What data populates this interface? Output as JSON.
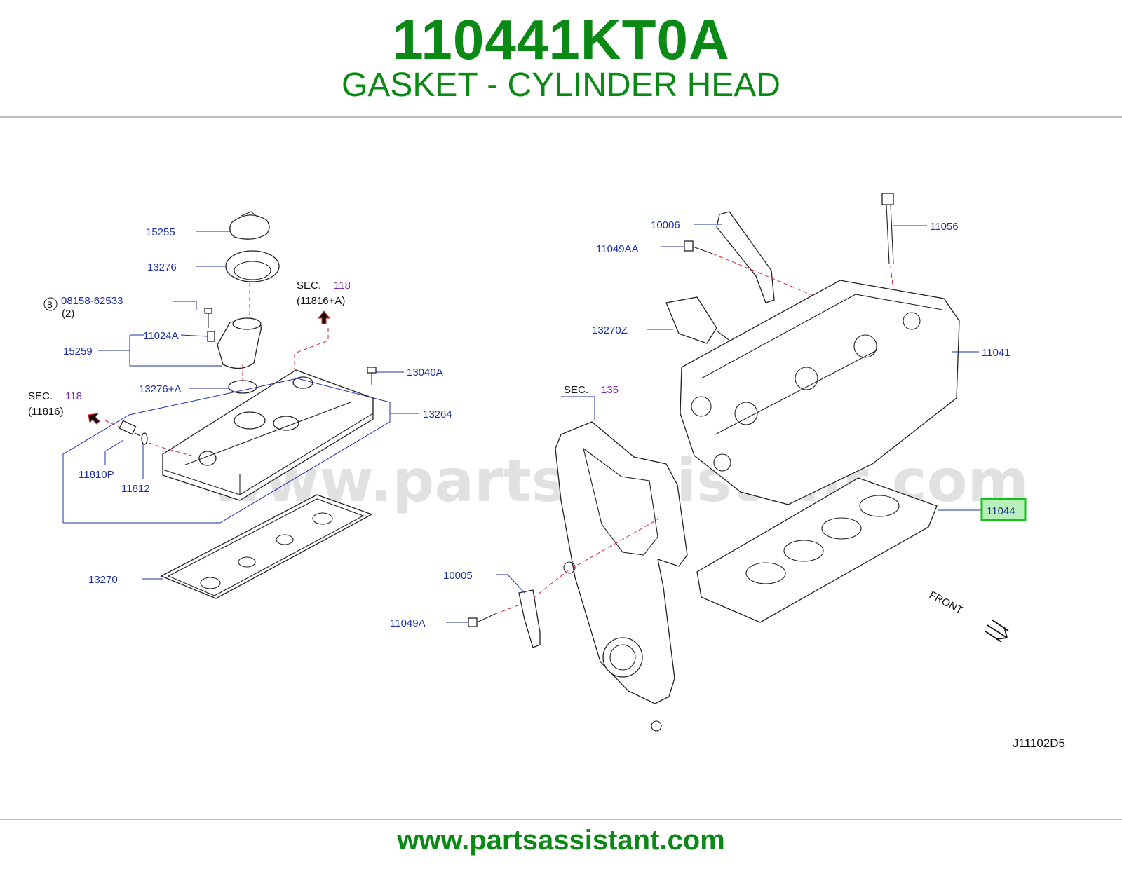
{
  "header": {
    "part_number": "110441KT0A",
    "part_name": "GASKET - CYLINDER HEAD"
  },
  "watermark": "www.partsassistant.com",
  "footer": {
    "url": "www.partsassistant.com"
  },
  "diagram_code": "J11102D5",
  "front_label": "FRONT",
  "callouts": {
    "c15255": "15255",
    "c13276": "13276",
    "c08158": "08158-62533",
    "c08158_qty": "(2)",
    "c08158_badge": "B",
    "c11024A": "11024A",
    "c15259": "15259",
    "c13276A": "13276+A",
    "c13040A": "13040A",
    "c13264": "13264",
    "c11810P": "11810P",
    "c11812": "11812",
    "c13270": "13270",
    "c10006": "10006",
    "c11049AA": "11049AA",
    "c11056": "11056",
    "c13270Z": "13270Z",
    "c11041": "11041",
    "c11044": "11044",
    "c10005": "10005",
    "c11049A": "11049A"
  },
  "sections": {
    "sec1": {
      "label": "SEC.",
      "num": "118",
      "sub": "(11816+A)"
    },
    "sec2": {
      "label": "SEC.",
      "num": "118",
      "sub": "(11816)"
    },
    "sec3": {
      "label": "SEC.",
      "num": "135"
    }
  },
  "colors": {
    "brand_green": "#0a8a14",
    "callout_blue": "#1c2fa8",
    "section_purple": "#7a2aa8",
    "highlight_border": "#16c21a",
    "highlight_fill": "#b9f0b9",
    "leader_red": "#d8262b"
  }
}
